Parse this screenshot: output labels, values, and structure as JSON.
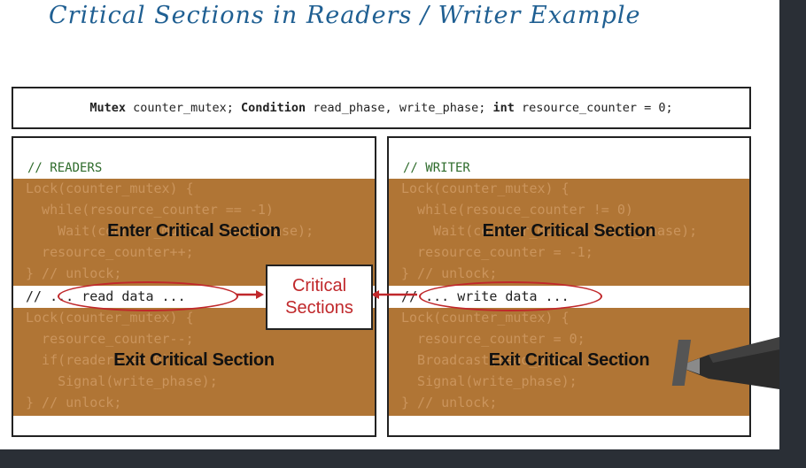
{
  "slide": {
    "title": "Critical Sections in Readers / Writer Example"
  },
  "declaration": {
    "kw_mutex": "Mutex",
    "part1": " counter_mutex; ",
    "kw_condition": "Condition",
    "part2": " read_phase, write_phase; ",
    "kw_int": "int",
    "part3": " resource_counter = 0;"
  },
  "readers": {
    "comment": "// READERS",
    "code": [
      "Lock(counter_mutex) {",
      "  while(resource_counter == -1)",
      "    Wait(counter_mutex, read_phase);",
      "  resource_counter++;",
      "} // unlock;",
      "Lock(counter_mutex) {",
      "  resource_counter--;",
      "  if(readers == 0)",
      "    Signal(write_phase);",
      "} // unlock;"
    ],
    "data_line": "// ... read data ...",
    "enter_label": "Enter Critical Section",
    "exit_label": "Exit Critical Section"
  },
  "writer": {
    "comment": "// WRITER",
    "code": [
      "Lock(counter_mutex) {",
      "  while(resouce_counter != 0)",
      "    Wait(counter_mutex, write_phase);",
      "  resource_counter = -1;",
      "} // unlock;",
      "Lock(counter_mutex) {",
      "  resource_counter = 0;",
      "  Broadcast(read_phase);",
      "  Signal(write_phase);",
      "} // unlock;"
    ],
    "data_line": "// ... write data ...",
    "enter_label": "Enter Critical Section",
    "exit_label": "Exit Critical Section"
  },
  "callout": {
    "line1": "Critical",
    "line2": "Sections"
  },
  "colors": {
    "title": "#1f5f92",
    "section_fill": "#b07535",
    "callout_red": "#c0282b",
    "comment_green": "#2e6b2b",
    "frame": "#2a2f36"
  },
  "icons": {
    "pen": "pen-icon"
  }
}
